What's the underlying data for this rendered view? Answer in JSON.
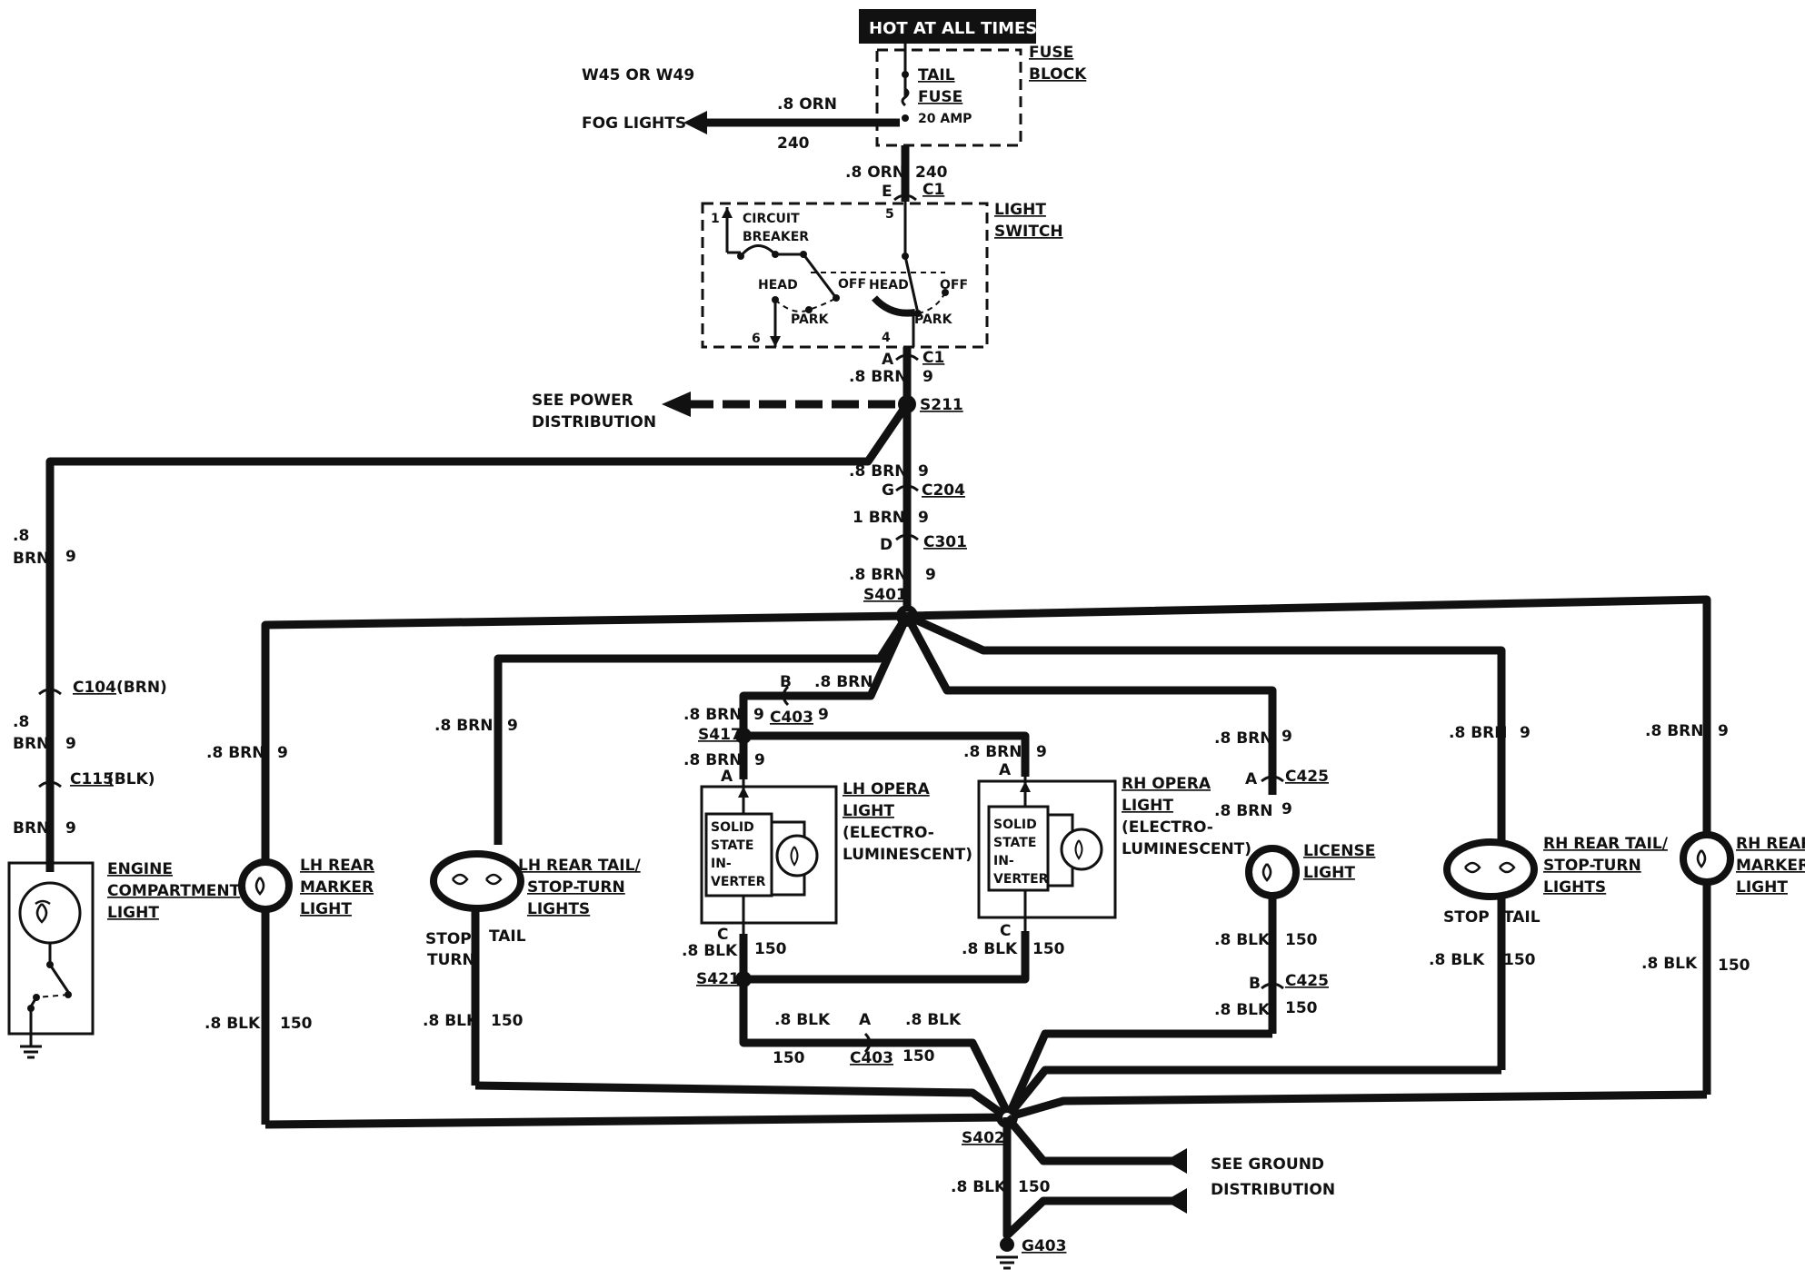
{
  "power": {
    "hot_label": "HOT AT ALL TIMES",
    "fuse_block": [
      "FUSE",
      "BLOCK"
    ],
    "fuse_name": [
      "TAIL",
      "FUSE"
    ],
    "fuse_rating": "20 AMP",
    "option_label": "W45 OR W49",
    "fog_lights": "FOG LIGHTS",
    "fog_wire_size": ".8 ORN",
    "fog_wire_circuit": "240"
  },
  "switch": {
    "feed_size": ".8 ORN",
    "feed_circuit": "240",
    "pin_in": "E",
    "conn_in": "C1",
    "title": [
      "LIGHT",
      "SWITCH"
    ],
    "circuit_breaker": [
      "CIRCUIT",
      "BREAKER"
    ],
    "pin1": "1",
    "pin5": "5",
    "pin6": "6",
    "pin4": "4",
    "head_l": "HEAD",
    "off_l": "OFF",
    "park_l": "PARK",
    "head_r": "HEAD",
    "off_r": "OFF",
    "park_r": "PARK",
    "out_pin": "A",
    "out_conn": "C1",
    "out_size": ".8 BRN",
    "out_circuit": "9"
  },
  "splices": {
    "s211": "S211",
    "see_power": [
      "SEE POWER",
      "DISTRIBUTION"
    ],
    "s211_down_size": ".8 BRN",
    "s211_down_circuit": "9",
    "c204_pin": "G",
    "c204": "C204",
    "c204_size": "1 BRN",
    "c204_circuit": "9",
    "c301_pin": "D",
    "c301": "C301",
    "c301_size": ".8 BRN",
    "c301_circuit": "9",
    "s401": "S401",
    "s402": "S402",
    "s402_down_size": ".8 BLK",
    "s402_down_circuit": "150",
    "g403": "G403",
    "see_ground": [
      "SEE GROUND",
      "DISTRIBUTION"
    ]
  },
  "engine": {
    "top_size": ".8",
    "top_color": "BRN",
    "top_circuit": "9",
    "c104": "C104",
    "c104_color": "(BRN)",
    "mid_size": ".8",
    "mid_color": "BRN",
    "mid_circuit": "9",
    "c115": "C115",
    "c115_color": "(BLK)",
    "low_color": "BRN",
    "low_circuit": "9",
    "title": [
      "ENGINE",
      "COMPARTMENT",
      "LIGHT"
    ]
  },
  "lh_marker": {
    "top_size": ".8 BRN",
    "top_circuit": "9",
    "title": [
      "LH REAR",
      "MARKER",
      "LIGHT"
    ],
    "bot_size": ".8 BLK",
    "bot_circuit": "150"
  },
  "lh_tail": {
    "top_size": ".8 BRN",
    "top_circuit": "9",
    "title": [
      "LH REAR TAIL/",
      "STOP-TURN",
      "LIGHTS"
    ],
    "stop_turn": [
      "STOP-",
      "TURN"
    ],
    "tail": "TAIL",
    "bot_size": ".8 BLK",
    "bot_circuit": "150"
  },
  "opera": {
    "c403_top_pin": "B",
    "c403_top_size": ".8 BRN",
    "c403_top": "C403",
    "c403_top_circuit": "9",
    "s417_size": ".8 BRN",
    "s417_circuit": "9",
    "s417": "S417",
    "lh_in_size": ".8 BRN",
    "lh_in_circuit": "9",
    "lh_pin_a": "A",
    "rh_in_size": ".8 BRN",
    "rh_in_circuit": "9",
    "rh_pin_a": "A",
    "inverter": [
      "SOLID",
      "STATE",
      "IN-",
      "VERTER"
    ],
    "lh_title": [
      "LH OPERA",
      "LIGHT",
      "(ELECTRO-",
      "LUMINESCENT)"
    ],
    "rh_title": [
      "RH OPERA",
      "LIGHT",
      "(ELECTRO-",
      "LUMINESCENT)"
    ],
    "lh_pin_c": "C",
    "rh_pin_c": "C",
    "lh_out_size": ".8 BLK",
    "lh_out_circuit": "150",
    "rh_out_size": ".8 BLK",
    "rh_out_circuit": "150",
    "s421": "S421",
    "c403_bot_pin": "A",
    "c403_bot_left_size": ".8 BLK",
    "c403_bot_right_size": ".8 BLK",
    "c403_bot": "C403",
    "c403_bot_left_circuit": "150",
    "c403_bot_right_circuit": "150"
  },
  "license": {
    "top_size": ".8 BRN",
    "top_circuit": "9",
    "c425_top_pin": "A",
    "c425_top": "C425",
    "mid_size": ".8 BRN",
    "mid_circuit": "9",
    "title": [
      "LICENSE",
      "LIGHT"
    ],
    "low_size": ".8 BLK",
    "low_circuit": "150",
    "c425_bot_pin": "B",
    "c425_bot": "C425",
    "bot_size": ".8 BLK",
    "bot_circuit": "150"
  },
  "rh_tail": {
    "top_size": ".8 BRN",
    "top_circuit": "9",
    "title": [
      "RH REAR TAIL/",
      "STOP-TURN",
      "LIGHTS"
    ],
    "stop": "STOP",
    "tail": "TAIL",
    "bot_size": ".8 BLK",
    "bot_circuit": "150"
  },
  "rh_marker": {
    "top_size": ".8 BRN",
    "top_circuit": "9",
    "title": [
      "RH REAR",
      "MARKER",
      "LIGHT"
    ],
    "bot_size": ".8 BLK",
    "bot_circuit": "150"
  }
}
